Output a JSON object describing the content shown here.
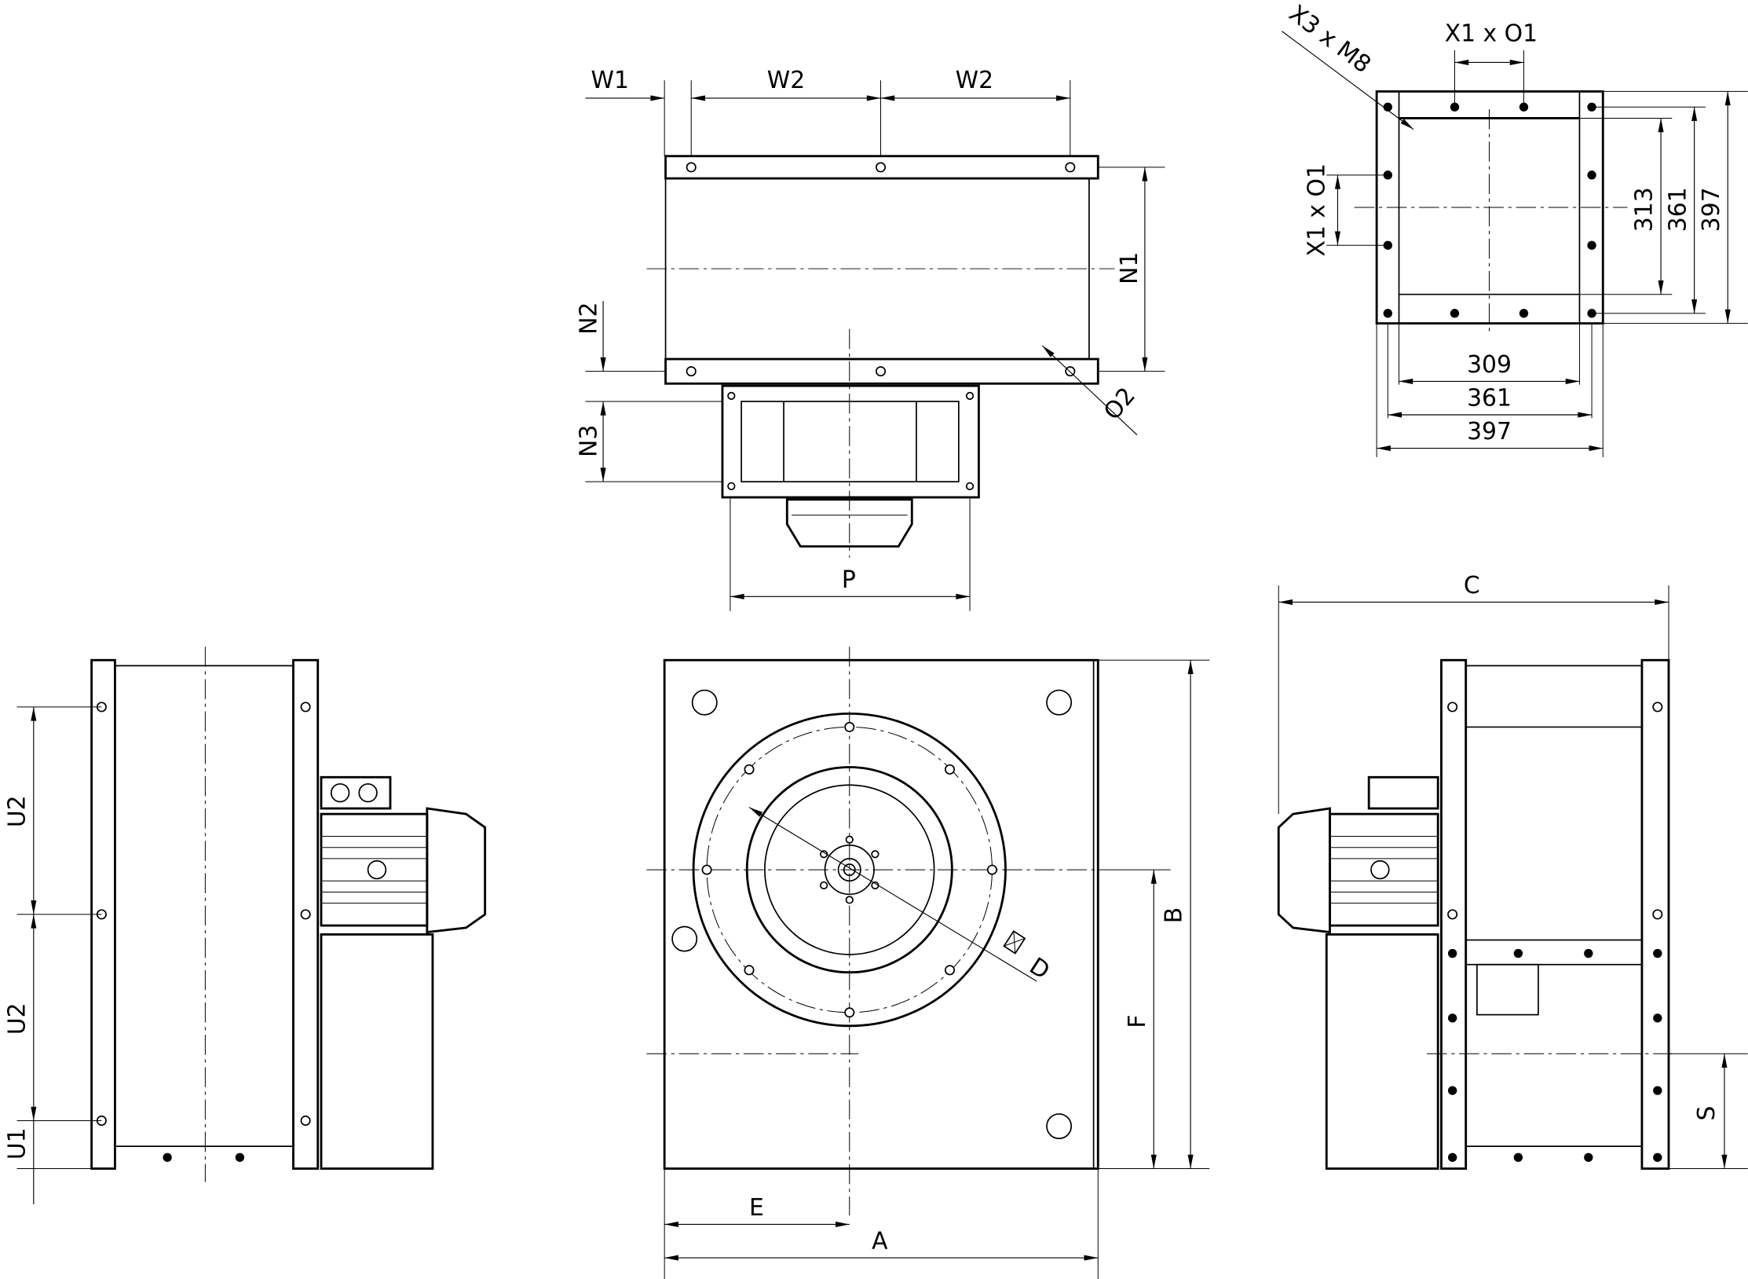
{
  "top_view": {
    "w1": "W1",
    "w2a": "W2",
    "w2b": "W2",
    "n1": "N1",
    "n2": "N2",
    "n3": "N3",
    "o2": "O2",
    "p": "P"
  },
  "flange_view": {
    "x3": "X3 x M8",
    "x1_top": "X1 x O1",
    "x1_side": "X1 x O1",
    "h_309": "309",
    "h_361": "361",
    "h_397": "397",
    "v_313": "313",
    "v_361": "361",
    "v_397": "397"
  },
  "side_left": {
    "u2a": "U2",
    "u2b": "U2",
    "u1": "U1"
  },
  "front_view": {
    "a": "A",
    "e": "E",
    "b": "B",
    "f": "F",
    "d": "D"
  },
  "side_right": {
    "c": "C",
    "s": "S"
  }
}
